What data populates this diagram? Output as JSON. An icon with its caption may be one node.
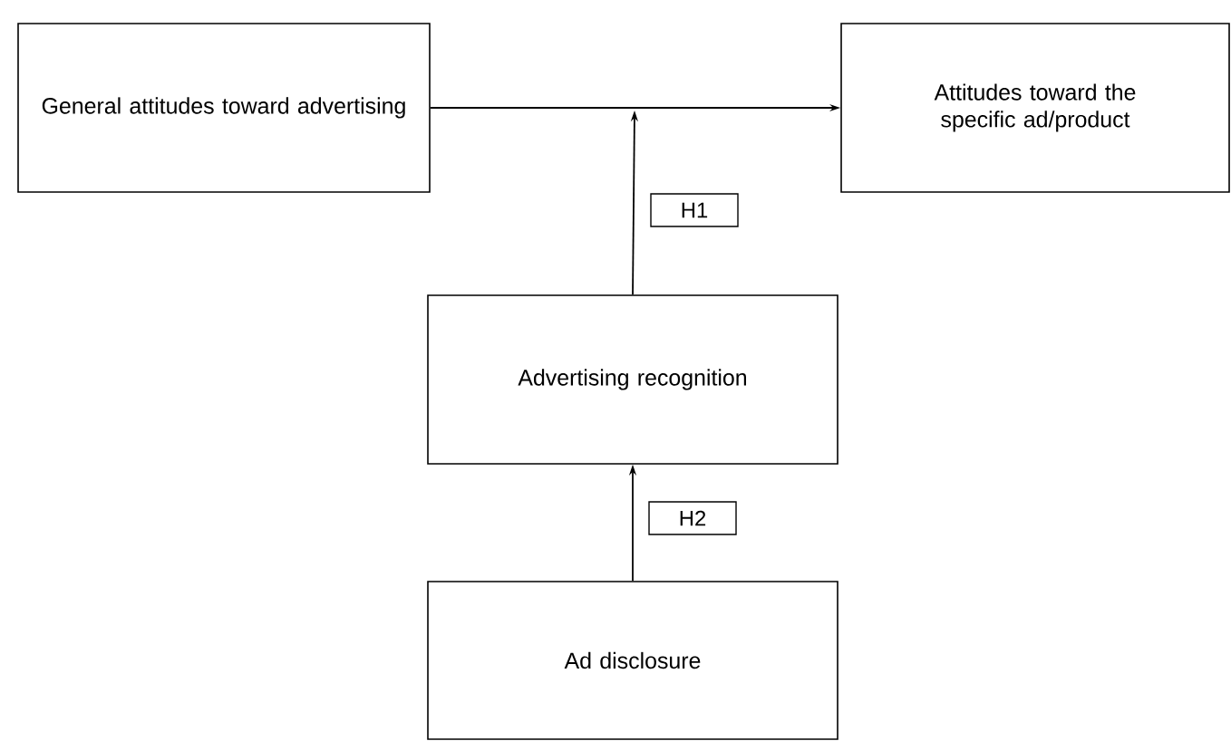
{
  "diagram": {
    "nodes": [
      {
        "text": [
          "General attitudes toward advertising"
        ]
      },
      {
        "text": [
          "Attitudes toward the specific ad/product"
        ]
      },
      {
        "text": [
          "Advertising recognition"
        ]
      },
      {
        "text": [
          "Ad disclosure"
        ]
      }
    ],
    "edges": [
      {
        "from": 0,
        "to": 1,
        "arrow": "to"
      },
      {
        "from": 2,
        "to": null,
        "arrow": "to",
        "label": "H1"
      },
      {
        "from": 3,
        "to": 2,
        "arrow": "to",
        "label": "H2"
      }
    ]
  }
}
